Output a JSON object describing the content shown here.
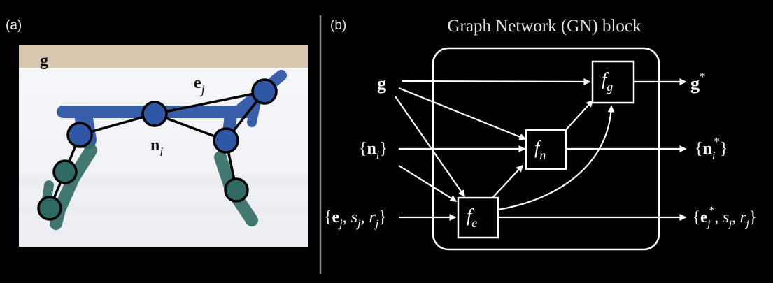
{
  "panel_a": {
    "label": "(a)",
    "global_label": "g",
    "edge_label": {
      "base": "e",
      "sub": "j"
    },
    "node_label": {
      "base": "n",
      "sub": "i"
    }
  },
  "panel_b": {
    "label": "(b)",
    "title": "Graph Network (GN) block",
    "inputs": {
      "global": "g",
      "nodes": {
        "open": "{",
        "base": "n",
        "sub": "i",
        "close": "}"
      },
      "edges": {
        "open": "{",
        "e": "e",
        "e_sub": "j",
        "sep1": ", ",
        "s": "s",
        "s_sub": "j",
        "sep2": ", ",
        "r": "r",
        "r_sub": "j",
        "close": "}"
      }
    },
    "functions": {
      "edge": {
        "f": "f",
        "sub": "e"
      },
      "node": {
        "f": "f",
        "sub": "n"
      },
      "global": {
        "f": "f",
        "sub": "g"
      }
    },
    "outputs": {
      "global": {
        "base": "g",
        "sup": "*"
      },
      "nodes": {
        "open": "{",
        "base": "n",
        "sub": "i",
        "sup": "*",
        "close": "}"
      },
      "edges": {
        "open": "{",
        "e": "e",
        "e_sub": "j",
        "e_sup": "*",
        "sep1": ", ",
        "s": "s",
        "s_sub": "j",
        "sep2": ", ",
        "r": "r",
        "r_sub": "j",
        "close": "}"
      }
    }
  },
  "colors": {
    "background": "#000000",
    "sim_background": "#f4f5f8",
    "sim_top_band": "#d9c7b0",
    "blue_body": "#2f57a6",
    "teal_body": "#2f6a62",
    "divider": "#8a8a8a"
  }
}
